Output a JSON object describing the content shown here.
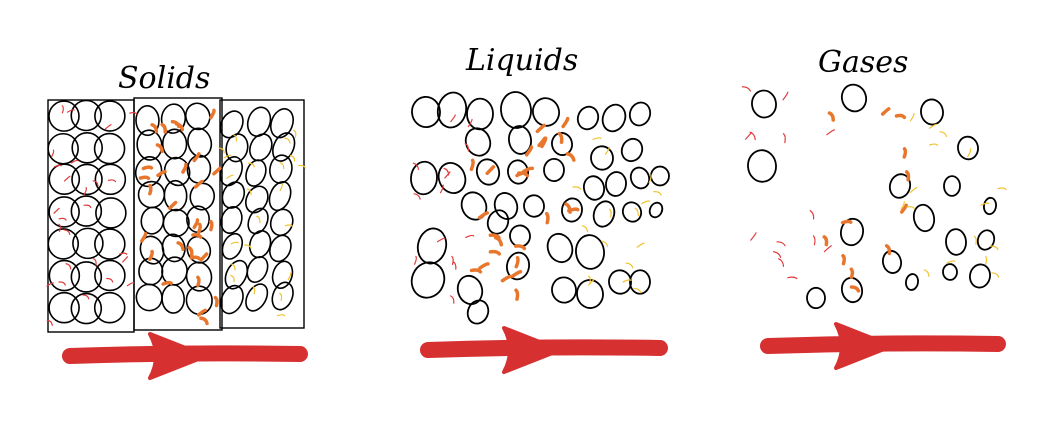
{
  "panels": [
    {
      "id": "solids",
      "label": "Solids"
    },
    {
      "id": "liquids",
      "label": "Liquids"
    },
    {
      "id": "gases",
      "label": "Gases"
    }
  ],
  "colors": {
    "particle_outline": "#000000",
    "arrow": "#d63031",
    "motion_red": "#e23b3b",
    "motion_orange": "#e8762c",
    "motion_yellow": "#f2c230",
    "box_outline": "#000000"
  }
}
